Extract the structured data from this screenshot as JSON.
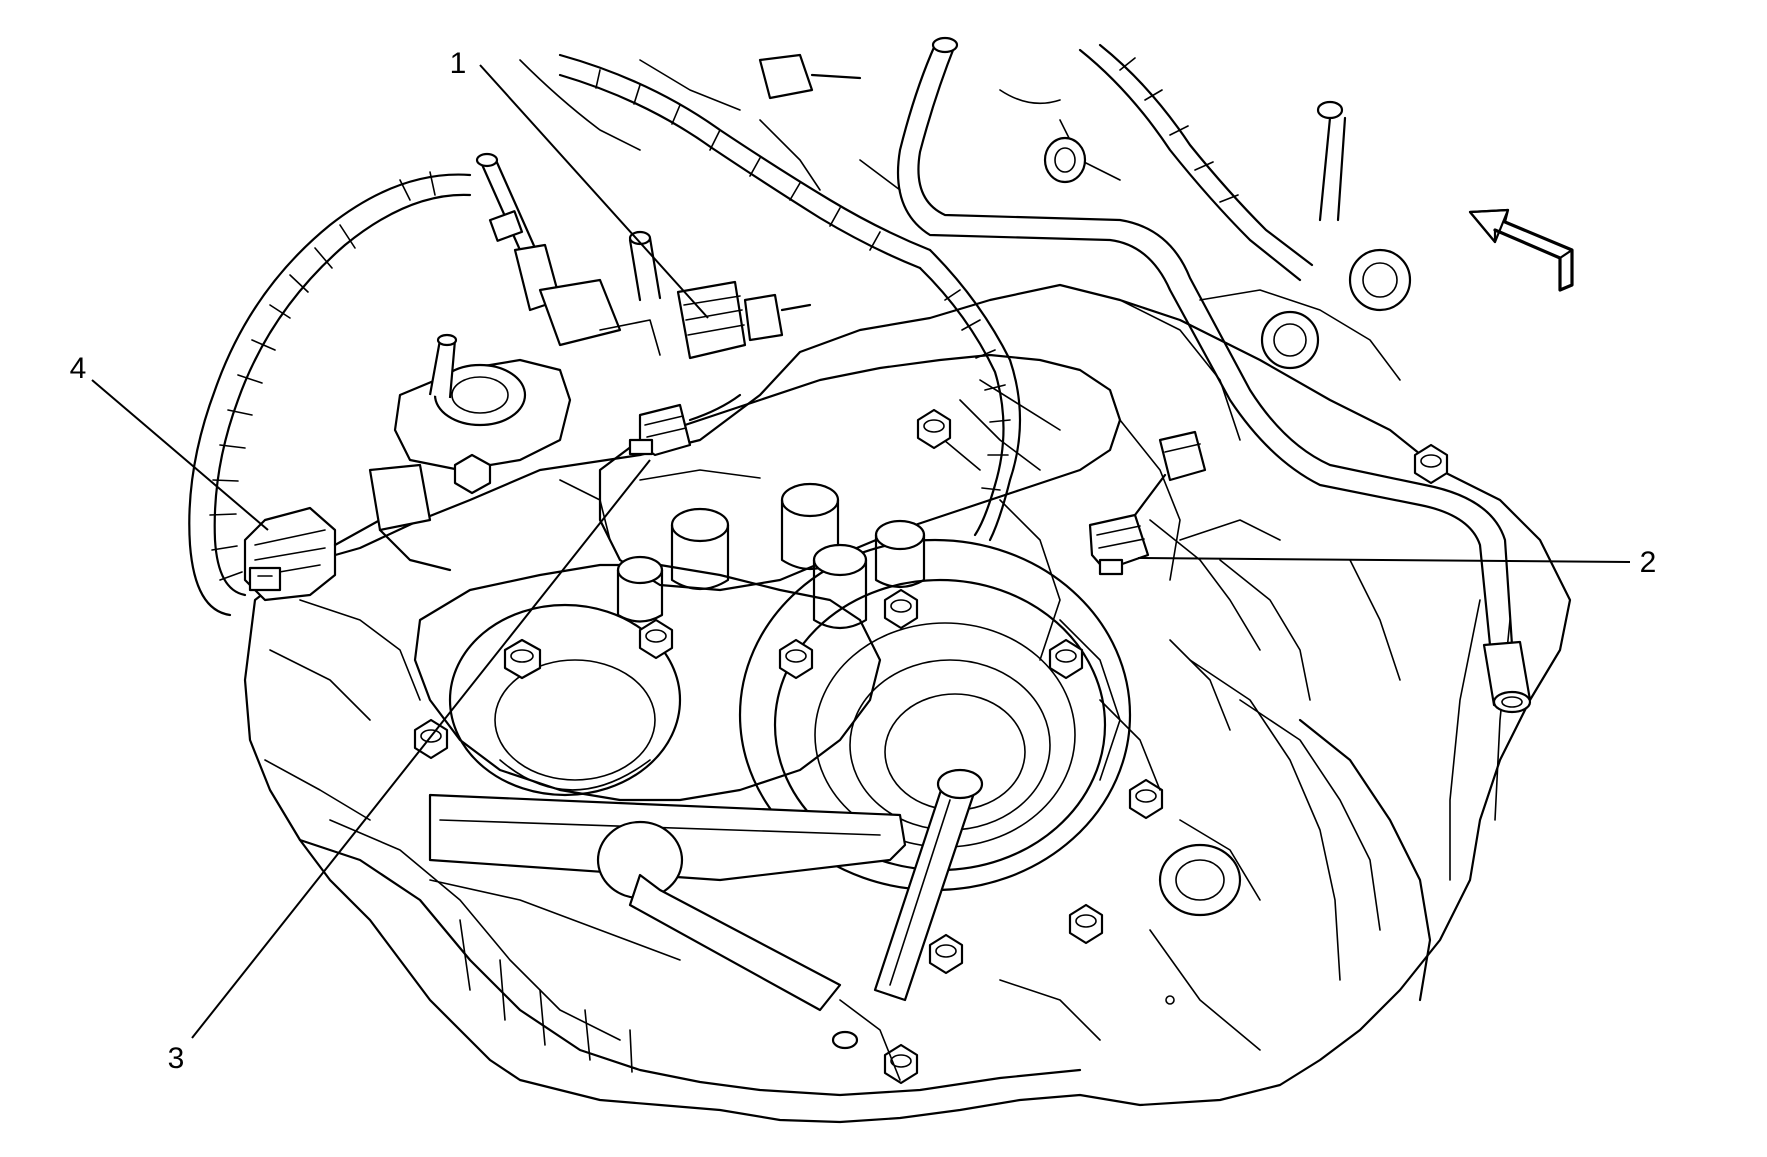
{
  "callouts": [
    {
      "number": "1"
    },
    {
      "number": "2"
    },
    {
      "number": "3"
    },
    {
      "number": "4"
    }
  ],
  "icons": {
    "direction_arrow": "arrow-icon"
  }
}
